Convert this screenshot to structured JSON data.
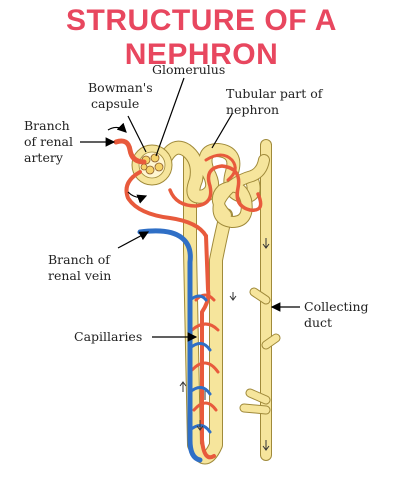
{
  "title": "STRUCTURE OF A NEPHRON",
  "labels": {
    "glomerulus": "Glomerulus",
    "bowmans_capsule_1": "Bowman's",
    "bowmans_capsule_2": "capsule",
    "tubular_1": "Tubular part of",
    "tubular_2": "nephron",
    "artery_1": "Branch",
    "artery_2": "of renal",
    "artery_3": "artery",
    "vein_1": "Branch of",
    "vein_2": "renal vein",
    "capillaries": "Capillaries",
    "collecting_1": "Collecting",
    "collecting_2": "duct"
  },
  "colors": {
    "title": "#e8475f",
    "tubule": "#f6e59c",
    "artery": "#e85a3c",
    "vein": "#2f6fc6"
  }
}
